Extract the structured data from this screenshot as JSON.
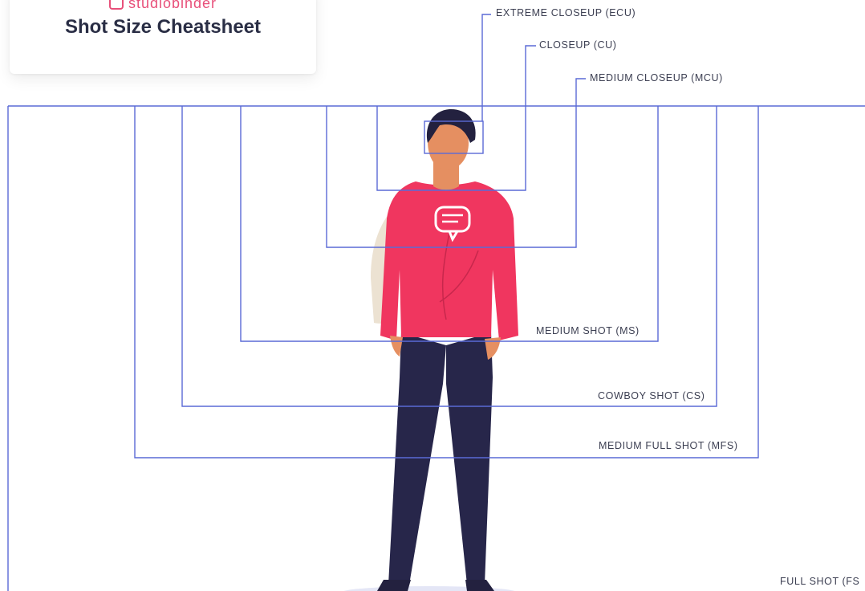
{
  "header": {
    "brand": "studiobinder",
    "title": "Shot Size Cheatsheet"
  },
  "shots": [
    {
      "id": "ecu",
      "label": "EXTREME CLOSEUP (ECU)"
    },
    {
      "id": "cu",
      "label": "CLOSEUP (CU)"
    },
    {
      "id": "mcu",
      "label": "MEDIUM CLOSEUP (MCU)"
    },
    {
      "id": "ms",
      "label": "MEDIUM SHOT (MS)"
    },
    {
      "id": "cs",
      "label": "COWBOY SHOT (CS)"
    },
    {
      "id": "mfs",
      "label": "MEDIUM FULL SHOT (MFS)"
    },
    {
      "id": "fs",
      "label": "FULL SHOT (FS"
    }
  ],
  "colors": {
    "frame_line": "#5a6ad6",
    "shirt": "#f0365f",
    "pants": "#27264a",
    "skin": "#e58f61",
    "hair": "#23213f",
    "backpack": "#ece2d2",
    "brand": "#e8507a",
    "title": "#2a2e45"
  }
}
